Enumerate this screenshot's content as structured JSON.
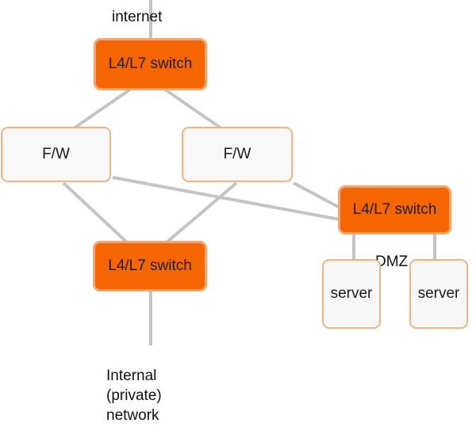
{
  "labels": {
    "internet": "internet",
    "dmz": "DMZ",
    "internal_line1": "Internal",
    "internal_line2": "(private)",
    "internal_line3": "network"
  },
  "nodes": {
    "switch_top": "L4/L7 switch",
    "firewall_left": "F/W",
    "firewall_right": "F/W",
    "switch_bottom": "L4/L7 switch",
    "switch_dmz": "L4/L7 switch",
    "server_left": "server",
    "server_right": "server"
  },
  "colors": {
    "switch_fill": "#f56600",
    "box_border": "#f5b27f",
    "link": "#c4c4c4"
  }
}
